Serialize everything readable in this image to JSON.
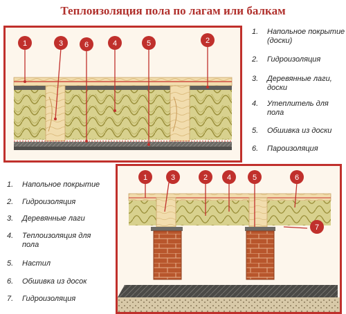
{
  "title": "Теплоизоляция пола по лагам или балкам",
  "colors": {
    "accent": "#c0302c",
    "wood": "#efd9a6",
    "insulation": "#d7d08a",
    "dark_layer": "#5b5a57",
    "brick": "#b5522a"
  },
  "top_diagram": {
    "markers": [
      "1",
      "3",
      "6",
      "4",
      "5",
      "2"
    ],
    "legend": [
      {
        "num": "1.",
        "text": "Напольное покрытие (доски)"
      },
      {
        "num": "2.",
        "text": "Гидроизоляция"
      },
      {
        "num": "3.",
        "text": "Деревянные лаги, доски"
      },
      {
        "num": "4.",
        "text": "Утеплитель для пола"
      },
      {
        "num": "5.",
        "text": "Обшивка из доски"
      },
      {
        "num": "6.",
        "text": "Пароизоляция"
      }
    ]
  },
  "bottom_diagram": {
    "markers": [
      "1",
      "3",
      "2",
      "4",
      "5",
      "6",
      "7"
    ],
    "legend": [
      {
        "num": "1.",
        "text": "Напольное покрытие"
      },
      {
        "num": "2.",
        "text": "Гидроизоляция"
      },
      {
        "num": "3.",
        "text": "Деревянные лаги"
      },
      {
        "num": "4.",
        "text": "Теплоизоляция для пола"
      },
      {
        "num": "5.",
        "text": "Настил"
      },
      {
        "num": "6.",
        "text": "Обшивка из досок"
      },
      {
        "num": "7.",
        "text": "Гидроизоляция"
      }
    ]
  }
}
